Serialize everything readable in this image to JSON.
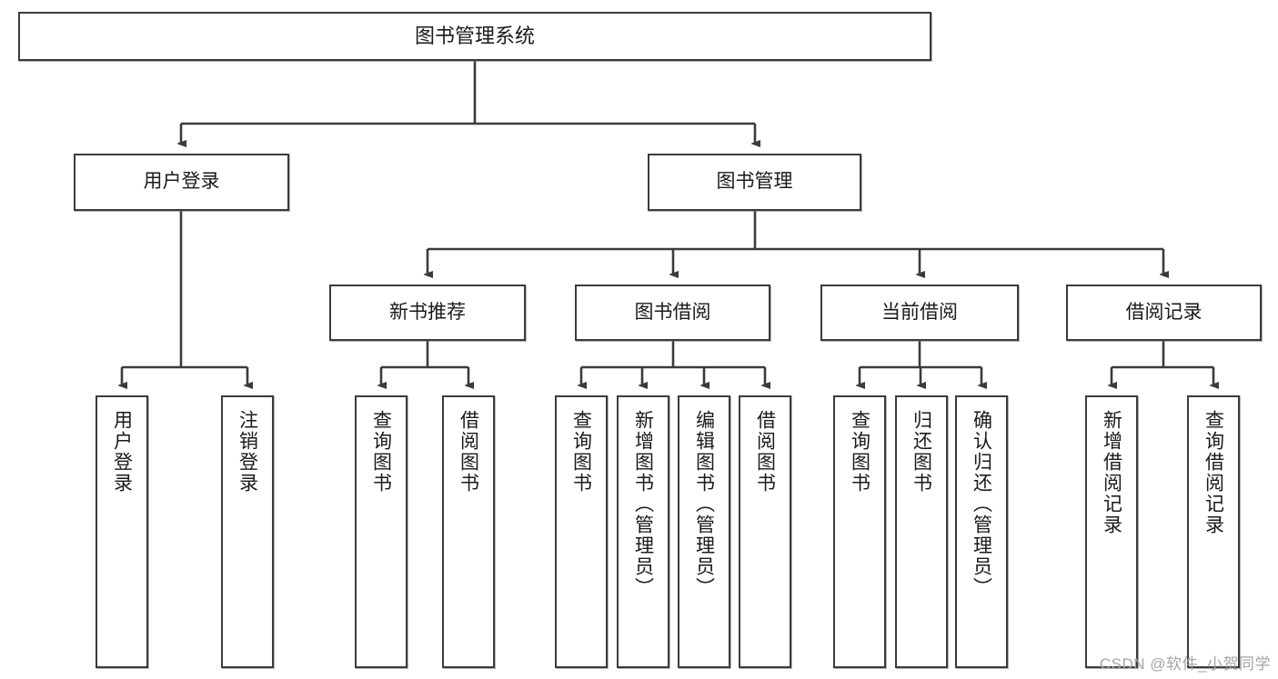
{
  "diagram": {
    "title": "图书管理系统",
    "type": "functional-decomposition-tree",
    "watermark": "CSDN @软件_小贺同学",
    "colors": {
      "box_border": "#3b3b3b",
      "box_fill": "#ffffff",
      "connector": "#3b3b3b",
      "text": "#1a1a1a",
      "watermark": "#a6a6a6"
    },
    "root": {
      "label": "图书管理系统"
    },
    "level2": [
      {
        "label": "用户登录"
      },
      {
        "label": "图书管理"
      }
    ],
    "level3": [
      {
        "label": "新书推荐"
      },
      {
        "label": "图书借阅"
      },
      {
        "label": "当前借阅"
      },
      {
        "label": "借阅记录"
      }
    ],
    "leaves": {
      "user_login": [
        {
          "label": "用户登录"
        },
        {
          "label": "注销登录"
        }
      ],
      "new_book_recommend": [
        {
          "label": "查询图书"
        },
        {
          "label": "借阅图书"
        }
      ],
      "book_borrow": [
        {
          "label": "查询图书"
        },
        {
          "label": "新增图书（管理员）"
        },
        {
          "label": "编辑图书（管理员）"
        },
        {
          "label": "借阅图书"
        }
      ],
      "current_borrow": [
        {
          "label": "查询图书"
        },
        {
          "label": "归还图书"
        },
        {
          "label": "确认归还（管理员）"
        }
      ],
      "borrow_record": [
        {
          "label": "新增借阅记录"
        },
        {
          "label": "查询借阅记录"
        }
      ]
    }
  }
}
